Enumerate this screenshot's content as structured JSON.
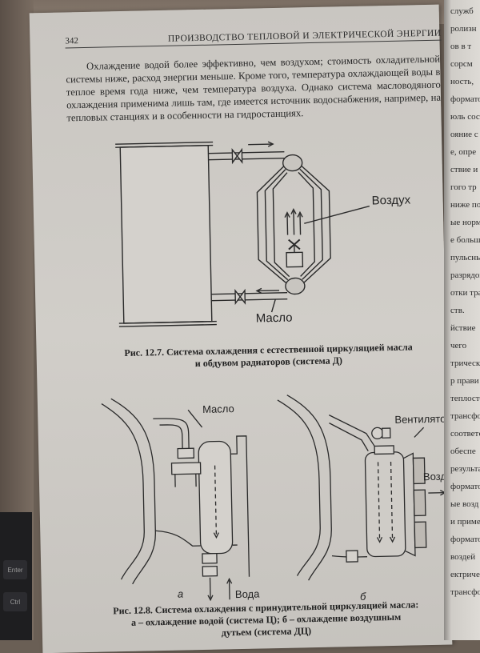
{
  "header": {
    "page_number": "342",
    "running_title": "ПРОИЗВОДСТВО ТЕПЛОВОЙ И ЭЛЕКТРИЧЕСКОЙ ЭНЕРГИИ"
  },
  "paragraph": "Охлаждение водой более эффективно, чем воздухом; стоимость охладительной системы ниже, расход энергии меньше. Кроме того, температура охлаждающей воды в теплое время года ниже, чем температура воздуха. Однако система масловодяного охлаждения применима лишь там, где имеется источник водоснабжения, например, на тепловых станциях и в особенности на гидростанциях.",
  "figure_12_7": {
    "label_air": "Воздух",
    "label_oil": "Масло",
    "caption_line1": "Рис. 12.7. Система охлаждения с естественной циркуляцией масла",
    "caption_line2": "и обдувом радиаторов (система Д)"
  },
  "figure_12_8": {
    "label_oil": "Масло",
    "label_water": "Вода",
    "label_fan": "Вентилятор",
    "label_air": "Воздух",
    "sub_a": "а",
    "sub_b": "б",
    "caption_line1": "Рис. 12.8. Система охлаждения с принудительной циркуляцией масла:",
    "caption_line2": "а – охлаждение водой (система Ц); б – охлаждение воздушным",
    "caption_line3": "дутьем (система ДЦ)"
  },
  "right_page_fragments": [
    "служб",
    "ролизн",
    "ов в т",
    "сорсм",
    "ность,",
    "форматор",
    "юль сост",
    "ояние с",
    "е, опре",
    "ствие и",
    "гого тр",
    "ниже пов",
    "ые норма",
    "е больш",
    "пульсны",
    "разрядов",
    "отки тра",
    "ств.",
    "йствие",
    "чего",
    "трическая",
    "р прави",
    "теплостой",
    "трансфор",
    "соответству",
    "обеспе",
    "результат",
    "форматор",
    "ые возд",
    "и примесе",
    "форматор",
    "воздей",
    "ектрического",
    "трансфор"
  ],
  "keyboard_keys": [
    "Enter",
    "Ctrl"
  ]
}
